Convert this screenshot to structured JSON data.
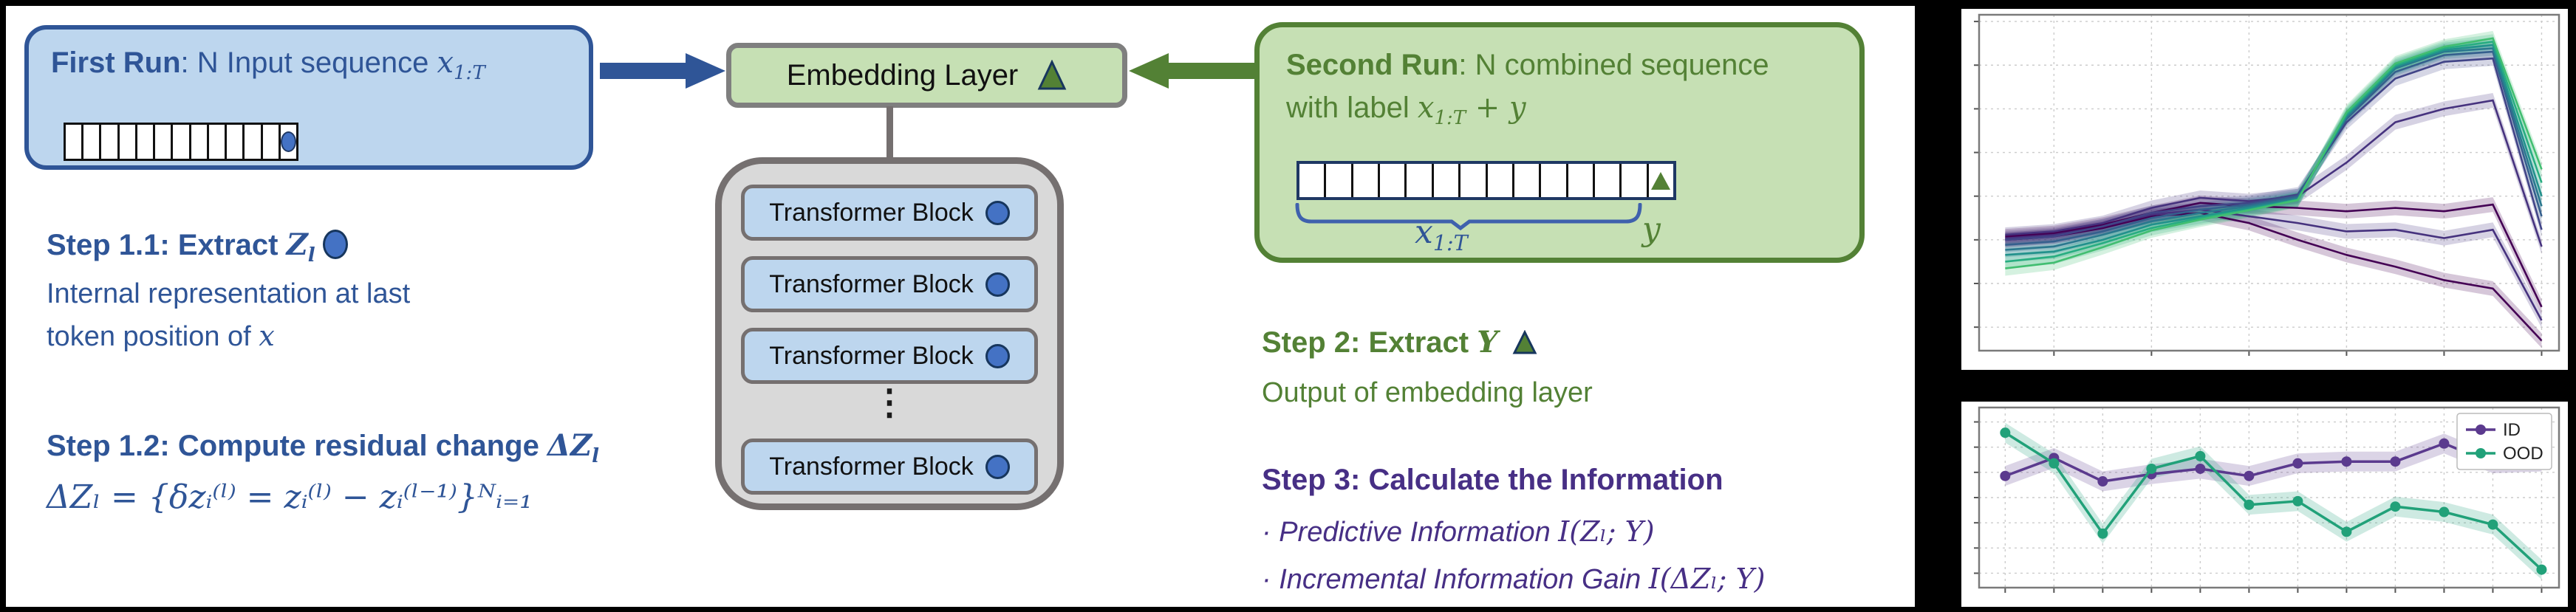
{
  "first_run": {
    "title_bold": "First Run",
    "title_rest": ": N Input sequence ",
    "math_x": "x",
    "math_sub": "1:T",
    "cells": 13,
    "marker": "circle"
  },
  "embedding": {
    "label": "Embedding Layer"
  },
  "second_run": {
    "title_bold": "Second Run",
    "title_rest": ": N combined sequence with label ",
    "math_x": "x",
    "math_sub": "1:T",
    "math_tail": " + y",
    "cells": 14,
    "marker": "triangle",
    "brace_x": "x",
    "brace_sub": "1:T",
    "brace_y": "y"
  },
  "transformer": {
    "block_label": "Transformer Block",
    "ellipsis": "⋮"
  },
  "steps": {
    "step11_title": "Step 1.1: Extract ",
    "step11_math": "Z",
    "step11_sub": "l",
    "step11_body1": "Internal representation at last",
    "step11_body2": "token position of ",
    "step11_body2_math": "x",
    "step12_title": "Step 1.2: Compute residual change ",
    "step12_math": "ΔZ",
    "step12_sub": "l",
    "step12_formula": "ΔZₗ = {δzᵢ⁽ˡ⁾ = zᵢ⁽ˡ⁾ − zᵢ⁽ˡ⁻¹⁾}ᴺᵢ₌₁",
    "step2_title": "Step 2: Extract ",
    "step2_math": "Y",
    "step2_body": "Output of embedding layer",
    "step3_title": "Step 3: Calculate the Information",
    "step3_bullet1": "· Predictive Information ",
    "step3_b1_math": "I(Zₗ; Y)",
    "step3_bullet2": "· Incremental Information Gain ",
    "step3_b2_math": "I(ΔZₗ; Y)"
  },
  "colors": {
    "blue_dark": "#2f5597",
    "blue_fill": "#bdd6ee",
    "blue_marker": "#4472c4",
    "green_dark": "#538135",
    "green_fill": "#c6e0b4",
    "gray_fill": "#d9d9d9",
    "gray_border": "#757070",
    "purple": "#472f85"
  },
  "chart_data": [
    {
      "type": "line",
      "panel": "top",
      "title": "",
      "xlabel": "",
      "ylabel": "",
      "x": [
        1,
        2,
        3,
        4,
        5,
        6,
        7,
        8,
        9,
        10,
        11,
        12
      ],
      "ylim": [
        0,
        1
      ],
      "xgrid": [
        2,
        4,
        6,
        8,
        10,
        12
      ],
      "ygrid": [
        0.07,
        0.2,
        0.33,
        0.46,
        0.59,
        0.72,
        0.85,
        0.98
      ],
      "band": 0.022,
      "legend": null,
      "series": [
        {
          "name": "layer-curve-1",
          "color": "#440154",
          "values": [
            0.33,
            0.34,
            0.365,
            0.4,
            0.41,
            0.38,
            0.33,
            0.285,
            0.25,
            0.21,
            0.185,
            0.03
          ]
        },
        {
          "name": "layer-curve-2",
          "color": "#46327e",
          "values": [
            0.335,
            0.345,
            0.37,
            0.405,
            0.42,
            0.4,
            0.38,
            0.355,
            0.36,
            0.335,
            0.36,
            0.09
          ]
        },
        {
          "name": "layer-curve-3",
          "color": "#440154",
          "values": [
            0.34,
            0.35,
            0.375,
            0.41,
            0.44,
            0.43,
            0.425,
            0.415,
            0.425,
            0.415,
            0.435,
            0.13
          ]
        },
        {
          "name": "layer-curve-4",
          "color": "#46327e",
          "values": [
            0.345,
            0.355,
            0.38,
            0.425,
            0.455,
            0.445,
            0.46,
            0.56,
            0.68,
            0.72,
            0.745,
            0.31
          ]
        },
        {
          "name": "layer-curve-5",
          "color": "#414487",
          "values": [
            0.33,
            0.34,
            0.37,
            0.41,
            0.43,
            0.44,
            0.465,
            0.68,
            0.81,
            0.86,
            0.87,
            0.36
          ]
        },
        {
          "name": "layer-curve-6",
          "color": "#355f8d",
          "values": [
            0.315,
            0.325,
            0.355,
            0.395,
            0.42,
            0.435,
            0.46,
            0.69,
            0.83,
            0.88,
            0.89,
            0.4
          ]
        },
        {
          "name": "layer-curve-7",
          "color": "#2a788e",
          "values": [
            0.3,
            0.31,
            0.345,
            0.385,
            0.41,
            0.43,
            0.455,
            0.695,
            0.84,
            0.89,
            0.9,
            0.43
          ]
        },
        {
          "name": "layer-curve-8",
          "color": "#21918c",
          "values": [
            0.285,
            0.295,
            0.33,
            0.375,
            0.4,
            0.425,
            0.45,
            0.7,
            0.845,
            0.895,
            0.91,
            0.46
          ]
        },
        {
          "name": "layer-curve-9",
          "color": "#27ad81",
          "values": [
            0.265,
            0.28,
            0.32,
            0.365,
            0.395,
            0.42,
            0.45,
            0.705,
            0.85,
            0.9,
            0.92,
            0.5
          ]
        },
        {
          "name": "layer-curve-10",
          "color": "#42be71",
          "values": [
            0.245,
            0.262,
            0.308,
            0.358,
            0.39,
            0.418,
            0.448,
            0.71,
            0.855,
            0.905,
            0.93,
            0.54
          ]
        }
      ]
    },
    {
      "type": "line",
      "panel": "bottom",
      "title": "",
      "xlabel": "",
      "ylabel": "",
      "x": [
        1,
        2,
        3,
        4,
        5,
        6,
        7,
        8,
        9,
        10,
        11,
        12
      ],
      "ylim": [
        0,
        1
      ],
      "xgrid": [
        1,
        2,
        3,
        4,
        5,
        6,
        7,
        8,
        9,
        10,
        11,
        12
      ],
      "ygrid": [
        0.08,
        0.22,
        0.36,
        0.5,
        0.64,
        0.78,
        0.92
      ],
      "band": 0.055,
      "markers": true,
      "legend": [
        "ID",
        "OOD"
      ],
      "series": [
        {
          "name": "ID",
          "color": "#5b3a8e",
          "values": [
            0.62,
            0.72,
            0.59,
            0.63,
            0.66,
            0.62,
            0.69,
            0.7,
            0.7,
            0.8,
            0.69,
            0.7
          ]
        },
        {
          "name": "OOD",
          "color": "#21a179",
          "values": [
            0.86,
            0.69,
            0.3,
            0.66,
            0.73,
            0.46,
            0.48,
            0.31,
            0.45,
            0.42,
            0.35,
            0.1
          ]
        }
      ]
    }
  ]
}
